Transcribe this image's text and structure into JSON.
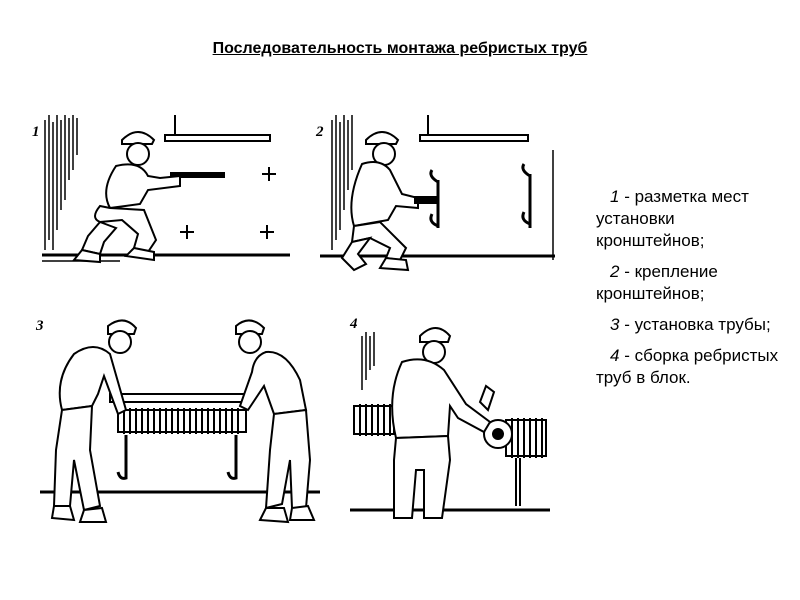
{
  "title": "Последовательность монтажа ребристых труб",
  "steps": [
    {
      "num": "1",
      "text": "- разметка мест установки кронштейнов;"
    },
    {
      "num": "2",
      "text": "- крепление кронштейнов;"
    },
    {
      "num": "3",
      "text": "- установка трубы;"
    },
    {
      "num": "4",
      "text": "- сборка ребристых труб в блок."
    }
  ]
}
